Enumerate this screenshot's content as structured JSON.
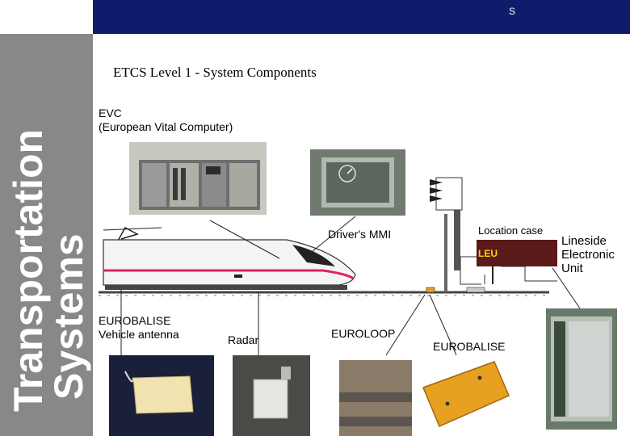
{
  "header": {
    "corner_text": "S"
  },
  "sidebar": {
    "line1": "Transportation",
    "line2": "Systems"
  },
  "title": "ETCS Level 1 - System Components",
  "labels": {
    "evc_line1": "EVC",
    "evc_line2": "(European Vital Computer)",
    "mmi": "Driver's MMI",
    "location_case": "Location case",
    "leu_box": "LEU",
    "leu_line1": "Lineside",
    "leu_line2": "Electronic",
    "leu_line3": "Unit",
    "antenna_line1": "EUROBALISE",
    "antenna_line2": "Vehicle antenna",
    "radar": "Radar",
    "euroloop": "EUROLOOP",
    "eurobalise": "EUROBALISE"
  },
  "colors": {
    "header_blue": "#0d1c6b",
    "sidebar_gray": "#888888",
    "train_stripe": "#e0245a",
    "leu_box": "#5a1a1a",
    "leu_text": "#ffd200",
    "balise_orange": "#e8a020"
  }
}
